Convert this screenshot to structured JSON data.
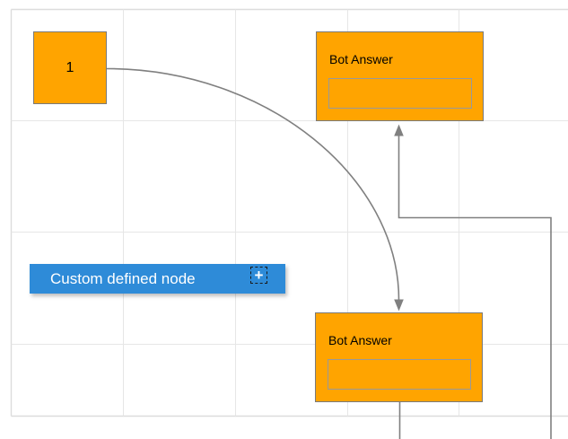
{
  "canvas": {
    "background_color": "#ffffff",
    "grid_color": "#e6e6e6",
    "grid_border_color": "#dcdcdc"
  },
  "palette": {
    "node_fill": "#ffa400",
    "node_border": "#7a7a7a",
    "connector_color": "#808080",
    "custom_node_fill": "#2e8bd8",
    "custom_node_text_color": "#ffffff"
  },
  "nodes": {
    "start": {
      "label": "1"
    },
    "bot_answer_top": {
      "title": "Bot Answer",
      "input_value": ""
    },
    "bot_answer_bottom": {
      "title": "Bot Answer",
      "input_value": ""
    },
    "custom": {
      "label": "Custom defined node",
      "add_icon": "+"
    }
  }
}
